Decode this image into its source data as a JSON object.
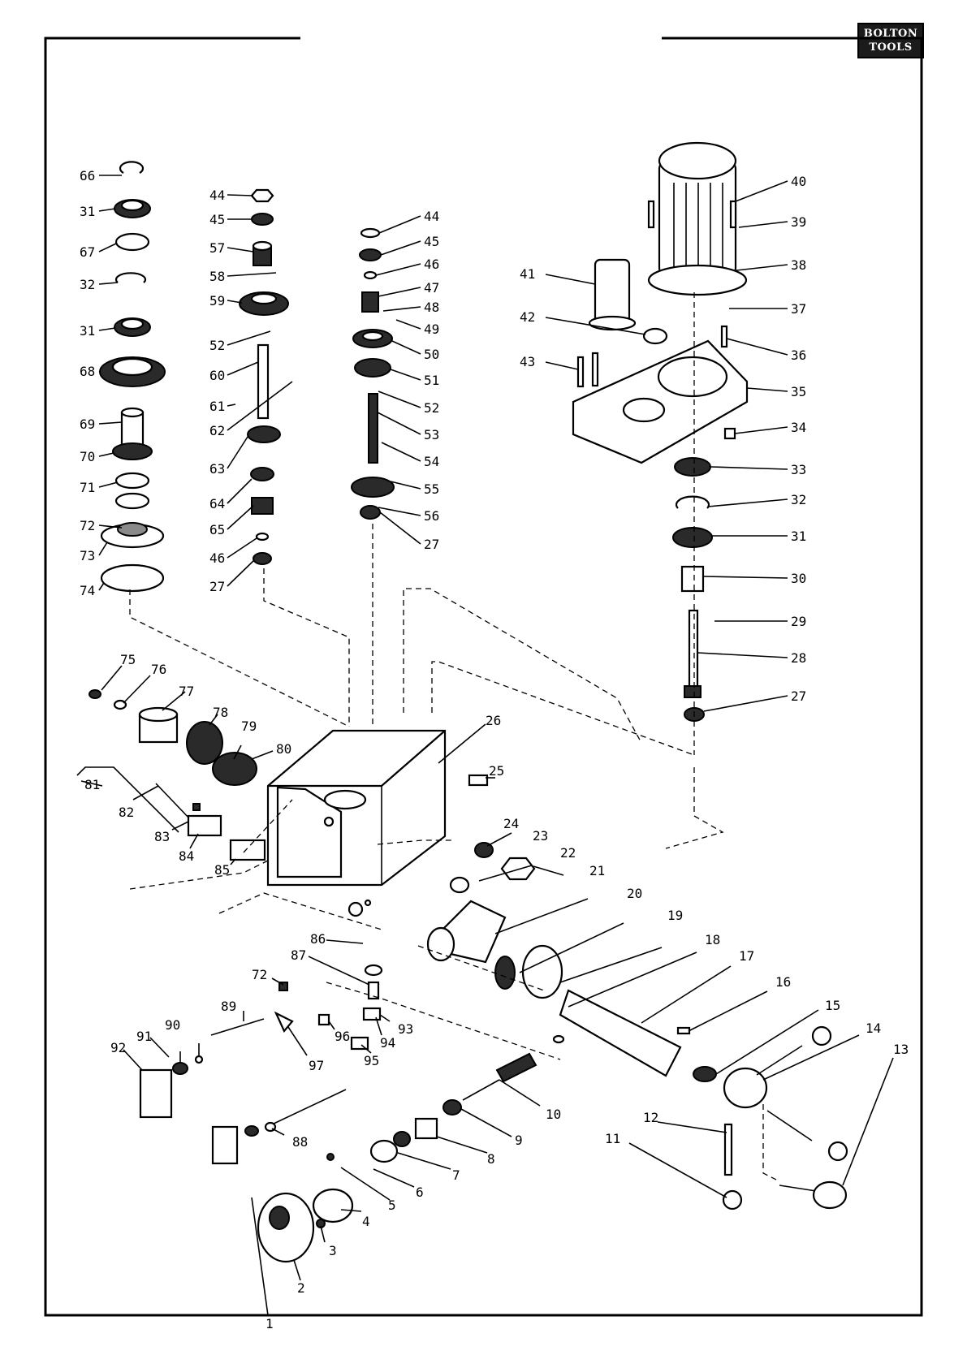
{
  "logo": {
    "line1": "BOLTON",
    "line2": "TOOLS"
  },
  "part_numbers": [
    "66",
    "31",
    "67",
    "32",
    "31",
    "68",
    "69",
    "70",
    "71",
    "72",
    "73",
    "74",
    "44",
    "45",
    "57",
    "58",
    "59",
    "52",
    "60",
    "61",
    "62",
    "63",
    "64",
    "65",
    "46",
    "27",
    "44",
    "45",
    "46",
    "47",
    "48",
    "49",
    "50",
    "51",
    "52",
    "53",
    "54",
    "55",
    "56",
    "27",
    "40",
    "39",
    "38",
    "37",
    "36",
    "35",
    "34",
    "33",
    "32",
    "31",
    "30",
    "29",
    "28",
    "27",
    "41",
    "42",
    "43",
    "75",
    "76",
    "77",
    "78",
    "79",
    "80",
    "81",
    "82",
    "83",
    "84",
    "85",
    "26",
    "25",
    "24",
    "23",
    "22",
    "21",
    "20",
    "19",
    "18",
    "17",
    "16",
    "15",
    "14",
    "13",
    "12",
    "11",
    "86",
    "87",
    "72",
    "89",
    "90",
    "91",
    "92",
    "88",
    "97",
    "96",
    "95",
    "94",
    "93",
    "10",
    "9",
    "8",
    "7",
    "6",
    "5",
    "4",
    "3",
    "2",
    "1"
  ]
}
